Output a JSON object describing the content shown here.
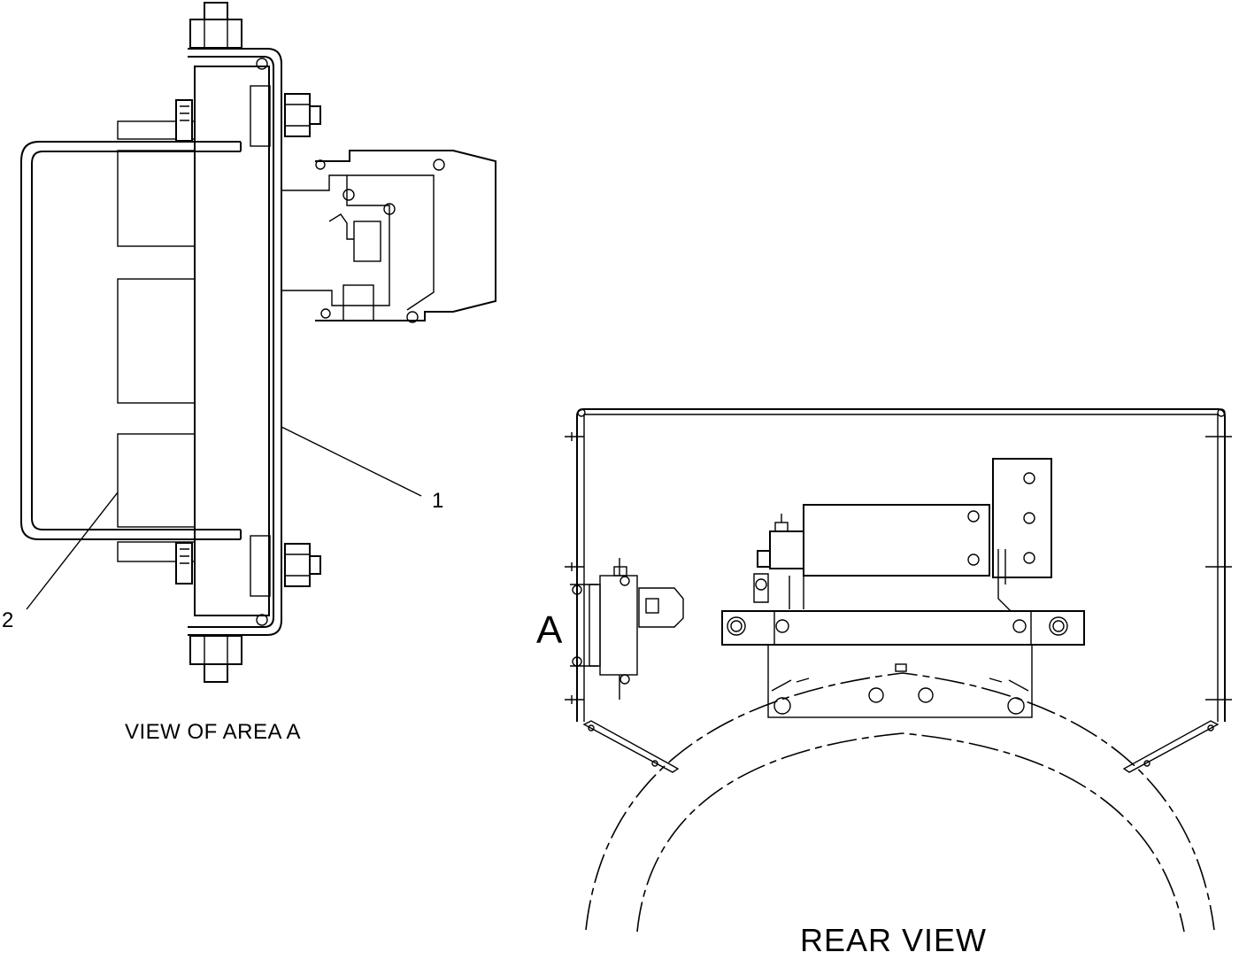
{
  "labels": {
    "callout_1": "1",
    "callout_2": "2",
    "view_area_caption": "VIEW OF AREA  A",
    "area_marker": "A",
    "rear_view_caption": "REAR VIEW"
  },
  "colors": {
    "line": "#000000",
    "background": "#ffffff"
  }
}
